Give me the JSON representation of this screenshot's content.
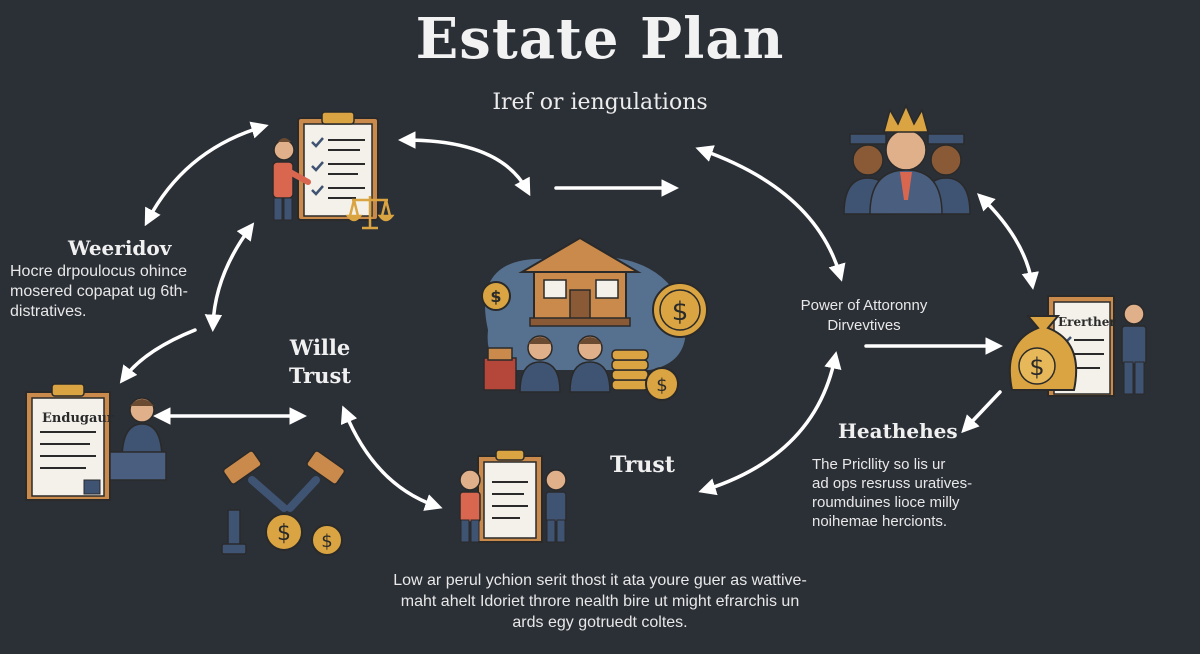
{
  "title": "Estate Plan",
  "subtitle": "Iref or iengulations",
  "left_block": {
    "heading": "Weeridov",
    "lines": [
      "Hocre drpoulocus ohince",
      "mosered copapat ug 6th-",
      "distratives."
    ]
  },
  "center_left_label": [
    "Wille",
    "Trust"
  ],
  "center_trust_label": "Trust",
  "right_poa": [
    "Power of Attoronny",
    "Dirvevtives"
  ],
  "right_heathches": {
    "heading": "Heathehes",
    "lines": [
      "The Pricllity  so lis  ur",
      "ad ops resruss uratives-",
      "roumduines lioce milly",
      "noihemae hercionts."
    ]
  },
  "bottom_text": [
    "Low ar perul ychion serit thost it ata youre guer as wattive-",
    "maht ahelt Idoriet throre nealth bire ut might efrarchis un",
    "ards egy gotruedt coltes."
  ],
  "doc_labels": {
    "left_doc": "Endugaur",
    "right_doc": "Ererther"
  },
  "colors": {
    "background": "#2b2f36",
    "paper": "#f4f1ea",
    "orange": "#c98a4b",
    "gold": "#d9a441",
    "navy": "#3f5373",
    "skin": "#e0b08a",
    "red_shirt": "#d9674f",
    "arrow": "#ffffff"
  }
}
